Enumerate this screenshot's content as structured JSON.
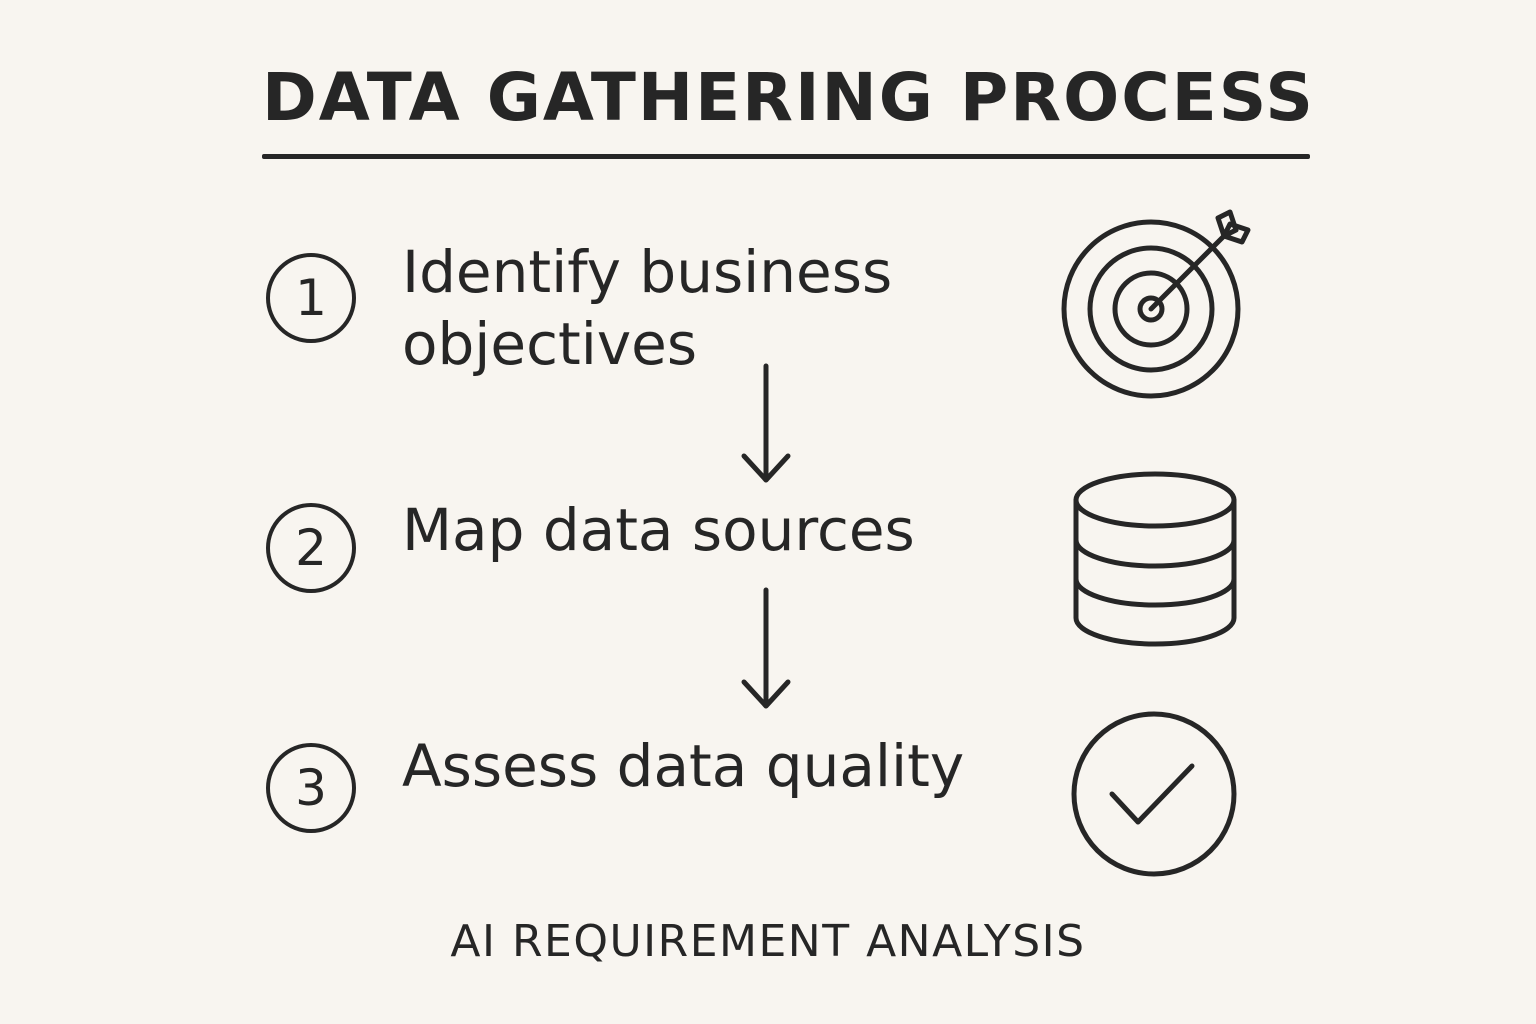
{
  "title": "DATA GATHERING PROCESS",
  "steps": [
    {
      "number": "1",
      "lines": [
        "Identify business",
        "objectives"
      ],
      "icon": "target-with-arrow-icon"
    },
    {
      "number": "2",
      "lines": [
        "Map data sources"
      ],
      "icon": "database-icon"
    },
    {
      "number": "3",
      "lines": [
        "Assess data quality"
      ],
      "icon": "checkmark-circle-icon"
    }
  ],
  "footer": "AI REQUIREMENT ANALYSIS",
  "colors": {
    "background": "#f8f5f0",
    "ink": "#262626"
  }
}
